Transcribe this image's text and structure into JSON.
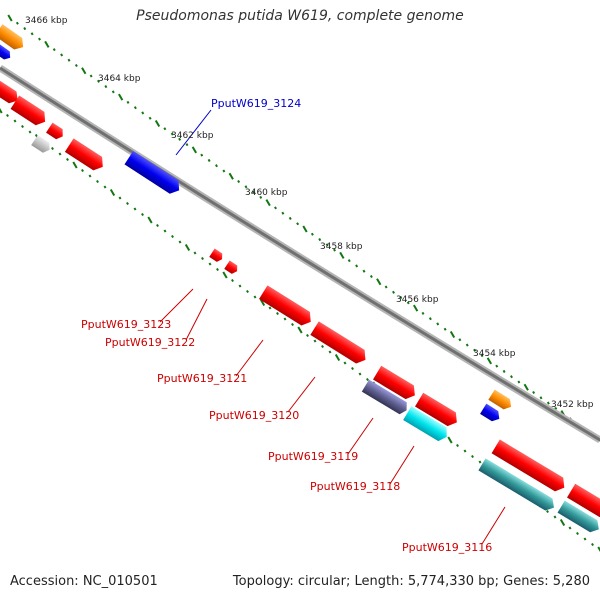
{
  "map": {
    "title": "Pseudomonas putida W619, complete genome",
    "accession": "Accession: NC_010501",
    "summary": "Topology: circular; Length: 5,774,330 bp; Genes: 5,280",
    "kbp_labels": [
      "3466 kbp",
      "3464 kbp",
      "3462 kbp",
      "3460 kbp",
      "3458 kbp",
      "3456 kbp",
      "3454 kbp",
      "3452 kbp"
    ],
    "gene_labels": [
      {
        "text": "PputW619_3124",
        "color": "#0000cc"
      },
      {
        "text": "PputW619_3123",
        "color": "#cc0000"
      },
      {
        "text": "PputW619_3122",
        "color": "#cc0000"
      },
      {
        "text": "PputW619_3121",
        "color": "#cc0000"
      },
      {
        "text": "PputW619_3120",
        "color": "#cc0000"
      },
      {
        "text": "PputW619_3119",
        "color": "#cc0000"
      },
      {
        "text": "PputW619_3118",
        "color": "#cc0000"
      },
      {
        "text": "PputW619_3116",
        "color": "#cc0000"
      }
    ]
  },
  "colors": {
    "forward_gene": "#ff0000",
    "reverse_gene": "#0000ee",
    "rna": "#ff8c00",
    "pseudo": "#bbbbbb",
    "cyan_feature": "#00e5ee",
    "backbone": "#808080",
    "tick": "#117711"
  }
}
